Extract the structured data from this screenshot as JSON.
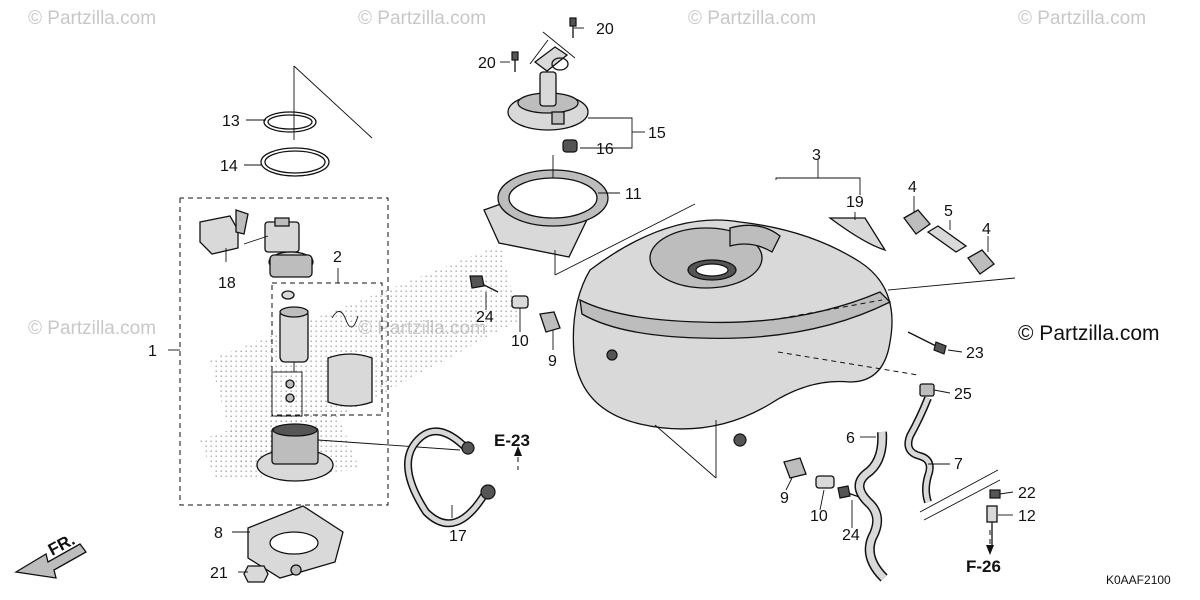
{
  "watermark_text": "© Partzilla.com",
  "brand_label": "© Partzilla.com",
  "diagram_code": "K0AAF2100",
  "front_label": "FR.",
  "references": {
    "e23": "E-23",
    "f26": "F-26"
  },
  "callouts": {
    "c1": "1",
    "c2": "2",
    "c3": "3",
    "c4a": "4",
    "c4b": "4",
    "c5": "5",
    "c6": "6",
    "c7": "7",
    "c8": "8",
    "c9a": "9",
    "c9b": "9",
    "c10a": "10",
    "c10b": "10",
    "c11": "11",
    "c12": "12",
    "c13": "13",
    "c14": "14",
    "c15": "15",
    "c16": "16",
    "c17": "17",
    "c18": "18",
    "c19": "19",
    "c20a": "20",
    "c20b": "20",
    "c21": "21",
    "c22": "22",
    "c23": "23",
    "c24a": "24",
    "c24b": "24",
    "c25": "25"
  }
}
